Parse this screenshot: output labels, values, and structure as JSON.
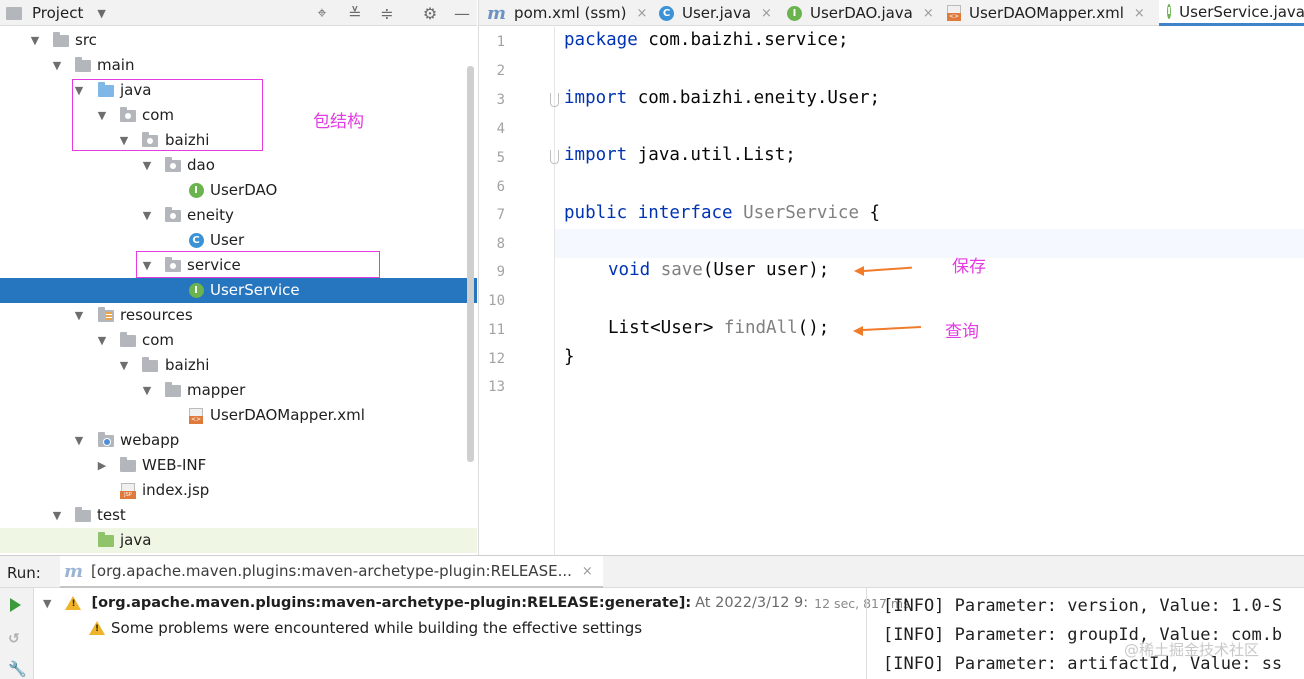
{
  "project_header": {
    "title": "Project",
    "icons": [
      "target-icon",
      "collapse-all-icon",
      "expand-all-icon",
      "gear-icon",
      "minimize-icon"
    ]
  },
  "tree": [
    {
      "label": "src"
    },
    {
      "label": "main"
    },
    {
      "label": "java"
    },
    {
      "label": "com"
    },
    {
      "label": "baizhi"
    },
    {
      "label": "dao"
    },
    {
      "label": "UserDAO"
    },
    {
      "label": "eneity"
    },
    {
      "label": "User"
    },
    {
      "label": "service"
    },
    {
      "label": "UserService"
    },
    {
      "label": "resources"
    },
    {
      "label": "com"
    },
    {
      "label": "baizhi"
    },
    {
      "label": "mapper"
    },
    {
      "label": "UserDAOMapper.xml"
    },
    {
      "label": "webapp"
    },
    {
      "label": "WEB-INF"
    },
    {
      "label": "index.jsp"
    },
    {
      "label": "test"
    },
    {
      "label": "java"
    }
  ],
  "annotations": {
    "package_structure": "包结构",
    "save": "保存",
    "query": "查询"
  },
  "tabs": [
    {
      "label": "pom.xml (ssm)",
      "close": "×"
    },
    {
      "label": "User.java",
      "close": "×"
    },
    {
      "label": "UserDAO.java",
      "close": "×"
    },
    {
      "label": "UserDAOMapper.xml",
      "close": "×"
    },
    {
      "label": "UserService.java",
      "close": ""
    }
  ],
  "line_numbers": [
    "1",
    "2",
    "3",
    "4",
    "5",
    "6",
    "7",
    "8",
    "9",
    "10",
    "11",
    "12",
    "13"
  ],
  "code": {
    "l1": {
      "kw": "package",
      "rest": " com.baizhi.service;"
    },
    "l3": {
      "kw": "import",
      "rest": " com.baizhi.eneity.User;"
    },
    "l5": {
      "kw": "import",
      "rest": " java.util.List;"
    },
    "l7": {
      "kw": "public interface",
      "name": " UserService",
      "rest": " {"
    },
    "l9": {
      "kw": "void",
      "name": " save",
      "rest": "(User user);"
    },
    "l11": {
      "pre": "List<User>",
      "name": " findAll",
      "rest": "();"
    },
    "l12": {
      "rest": "}"
    }
  },
  "run": {
    "label": "Run:",
    "tab_label": "[org.apache.maven.plugins:maven-archetype-plugin:RELEASE...",
    "tab_close": "×",
    "task_title": "[org.apache.maven.plugins:maven-archetype-plugin:RELEASE:generate]:",
    "task_time": "At 2022/3/12 9:",
    "task_duration": "12 sec, 817 ms",
    "warning": "Some problems were encountered while building the effective settings",
    "console": [
      "[INFO] Parameter: version, Value: 1.0-S",
      "[INFO] Parameter: groupId, Value: com.b",
      "[INFO] Parameter: artifactId, Value: ss"
    ]
  },
  "watermark": "@稀土掘金技术社区",
  "colors": {
    "selection": "#2675bf",
    "annotation": "#e23ce2",
    "arrow": "#f07c2a",
    "keyword": "#0033b3"
  }
}
